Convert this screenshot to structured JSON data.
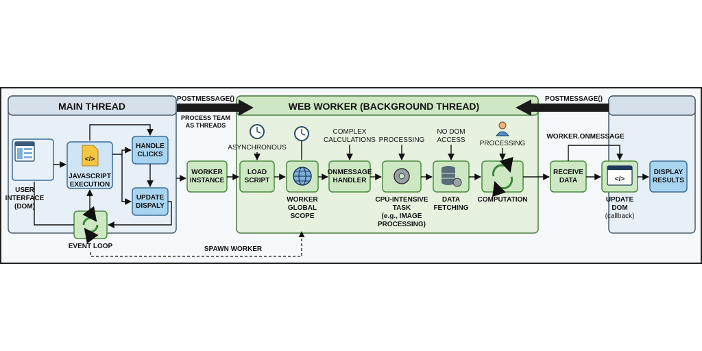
{
  "main_thread": {
    "title": "MAIN THREAD",
    "user_interface": [
      "USER",
      "INTERFACE",
      "(DOM)"
    ],
    "js_execution": [
      "JAVASCRIPT",
      "EXECUTION"
    ],
    "handle_clicks": [
      "HANDLE",
      "CLICKS"
    ],
    "update_display": [
      "UPDATE",
      "DISPALY"
    ],
    "event_loop": "EVENT LOOP"
  },
  "arrows": {
    "postmessage_left": "POSTMESSAGE()",
    "postmessage_right": "POSTMESSAGE()",
    "process_team": [
      "PROCESS TEAM",
      "AS THREADS"
    ],
    "spawn_worker": "SPAWN WORKER",
    "worker_onmessage": "WORKER.ONMESSAGE"
  },
  "web_worker": {
    "title": "WEB WORKER (BACKGROUND THREAD)",
    "worker_instance": [
      "WORKER",
      "INSTANCE"
    ],
    "load_script": [
      "LOAD",
      "SCRIPT"
    ],
    "asynchronous": "ASYNCHRONOUS",
    "global_scope": [
      "WORKER",
      "GLOBAL",
      "SCOPE"
    ],
    "complex_calc": [
      "COMPLEX",
      "CALCULATIONS"
    ],
    "onmessage_handler": [
      "ONMESSAGE",
      "HANDLER"
    ],
    "processing_1": "PROCESSING",
    "cpu_task": [
      "CPU-INTENSIVE",
      "TASK",
      "(e.g., IMAGE",
      "PROCESSING)"
    ],
    "no_dom": [
      "NO DOM",
      "ACCESS"
    ],
    "data_fetching": [
      "DATA",
      "FETCHING"
    ],
    "processing_2": "PROCESSING",
    "computation": "COMPUTATION"
  },
  "result": {
    "receive_data": [
      "RECEIVE",
      "DATA"
    ],
    "update_dom": [
      "UPDATE",
      "DOM",
      "(callback)"
    ],
    "display_results": [
      "DISPLAY",
      "RESULTS"
    ]
  },
  "colors": {
    "blue_fill": "#cfe4f5",
    "blue_stroke": "#3b6e96",
    "green_fill": "#cfe8c4",
    "green_stroke": "#4a8a3e",
    "green_panel": "#e6f2df",
    "blue_panel": "#e8f0f7",
    "header_blue": "#d6e0ea"
  }
}
